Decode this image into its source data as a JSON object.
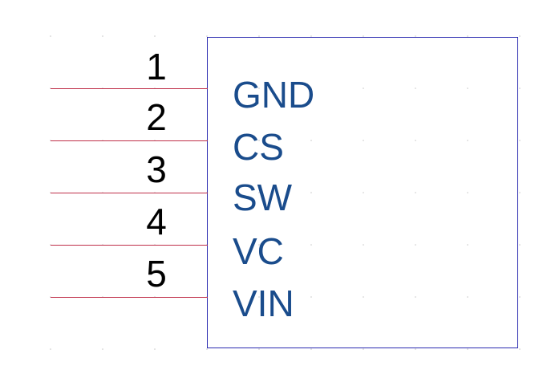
{
  "component": {
    "pins": [
      {
        "number": "1",
        "name": "GND"
      },
      {
        "number": "2",
        "name": "CS"
      },
      {
        "number": "3",
        "name": "SW"
      },
      {
        "number": "4",
        "name": "VC"
      },
      {
        "number": "5",
        "name": "VIN"
      }
    ]
  },
  "colors": {
    "body_outline": "#2b2bb0",
    "pin_line": "#c0304a",
    "pin_name": "#1a4c8c",
    "pin_number": "#000000",
    "grid_dot": "#c8c8c8"
  }
}
